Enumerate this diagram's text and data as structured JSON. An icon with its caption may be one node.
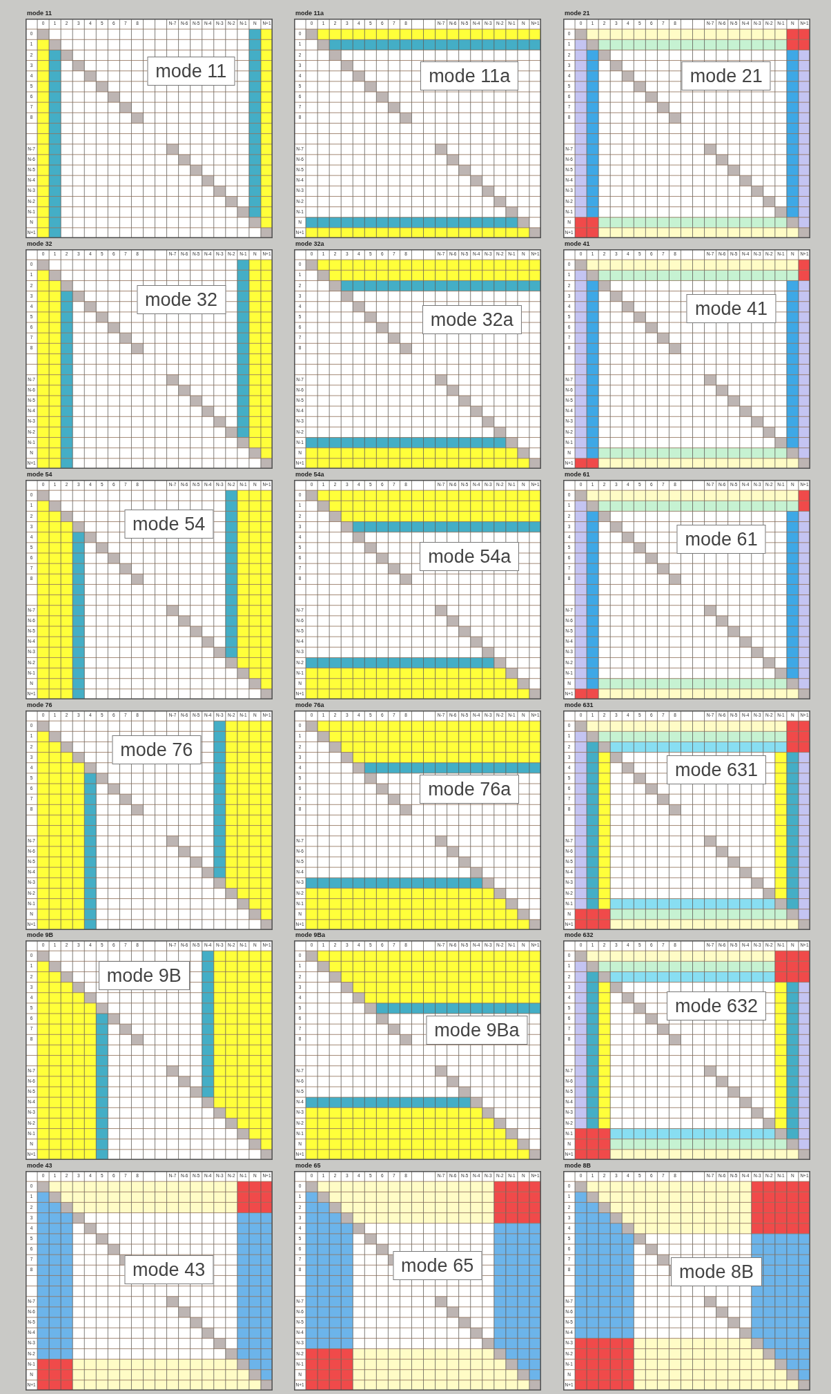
{
  "diagram": {
    "nodes": [
      {
        "text": [
          "mode 11",
          "0",
          "1",
          "2",
          "3",
          "4",
          "5",
          "6",
          "7",
          "8",
          "N-7",
          "N-6",
          "N-5",
          "N-4",
          "N-3",
          "N-2",
          "N-1",
          "N",
          "N+1",
          "0",
          "1",
          "2",
          "3",
          "4",
          "5",
          "6",
          "7",
          "8",
          "N-7",
          "N-6",
          "N-5",
          "N-4",
          "N-3",
          "N-2",
          "N-1",
          "N",
          "N+1"
        ]
      },
      {
        "text": [
          "mode 11"
        ],
        "in": 0
      },
      {
        "text": [
          "mode 11a",
          "0",
          "1",
          "2",
          "3",
          "4",
          "5",
          "6",
          "7",
          "8",
          "N-7",
          "N-6",
          "N-5",
          "N-4",
          "N-3",
          "N-2",
          "N-1",
          "N",
          "N+1",
          "0",
          "1",
          "2",
          "3",
          "4",
          "5",
          "6",
          "7",
          "8",
          "N-7",
          "N-6",
          "N-5",
          "N-4",
          "N-3",
          "N-2",
          "N-1",
          "N",
          "N+1"
        ]
      },
      {
        "text": [
          "mode 11a"
        ],
        "in": 2
      },
      {
        "text": [
          "mode 21",
          "0",
          "1",
          "2",
          "3",
          "4",
          "5",
          "6",
          "7",
          "8",
          "N-7",
          "N-6",
          "N-5",
          "N-4",
          "N-3",
          "N-2",
          "N-1",
          "N",
          "N+1",
          "0",
          "1",
          "2",
          "3",
          "4",
          "5",
          "6",
          "7",
          "8",
          "N-7",
          "N-6",
          "N-5",
          "N-4",
          "N-3",
          "N-2",
          "N-1",
          "N",
          "N+1"
        ]
      },
      {
        "text": [
          "mode 21"
        ],
        "in": 4
      },
      {
        "text": [
          "mode 32",
          "0",
          "1",
          "2",
          "3",
          "4",
          "5",
          "6",
          "7",
          "8",
          "N-7",
          "N-6",
          "N-5",
          "N-4",
          "N-3",
          "N-2",
          "N-1",
          "N",
          "N+1",
          "0",
          "1",
          "2",
          "3",
          "4",
          "5",
          "6",
          "7",
          "8",
          "N-7",
          "N-6",
          "N-5",
          "N-4",
          "N-3",
          "N-2",
          "N-1",
          "N",
          "N+1"
        ]
      },
      {
        "text": [
          "mode 32"
        ],
        "in": 6
      },
      {
        "text": [
          "mode 32a",
          "0",
          "1",
          "2",
          "3",
          "4",
          "5",
          "6",
          "7",
          "8",
          "N-7",
          "N-6",
          "N-5",
          "N-4",
          "N-3",
          "N-2",
          "N-1",
          "N",
          "N+1",
          "0",
          "1",
          "2",
          "3",
          "4",
          "5",
          "6",
          "7",
          "8",
          "N-7",
          "N-6",
          "N-5",
          "N-4",
          "N-3",
          "N-2",
          "N-1",
          "N",
          "N+1"
        ]
      },
      {
        "text": [
          "mode 32a"
        ],
        "in": 8
      },
      {
        "text": [
          "mode 41",
          "0",
          "1",
          "2",
          "3",
          "4",
          "5",
          "6",
          "7",
          "8",
          "N-7",
          "N-6",
          "N-5",
          "N-4",
          "N-3",
          "N-2",
          "N-1",
          "N",
          "N+1",
          "0",
          "1",
          "2",
          "3",
          "4",
          "5",
          "6",
          "7",
          "8",
          "N-7",
          "N-6",
          "N-5",
          "N-4",
          "N-3",
          "N-2",
          "N-1",
          "N",
          "N+1"
        ]
      },
      {
        "text": [
          "mode 41"
        ],
        "in": 10
      },
      {
        "text": [
          "mode 54",
          "0",
          "1",
          "2",
          "3",
          "4",
          "5",
          "6",
          "7",
          "8",
          "N-7",
          "N-6",
          "N-5",
          "N-4",
          "N-3",
          "N-2",
          "N-1",
          "N",
          "N+1",
          "0",
          "1",
          "2",
          "3",
          "4",
          "5",
          "6",
          "7",
          "8",
          "N-7",
          "N-6",
          "N-5",
          "N-4",
          "N-3",
          "N-2",
          "N-1",
          "N",
          "N+1"
        ]
      },
      {
        "text": [
          "mode 54"
        ],
        "in": 12
      },
      {
        "text": [
          "mode 54a",
          "0",
          "1",
          "2",
          "3",
          "4",
          "5",
          "6",
          "7",
          "8",
          "N-7",
          "N-6",
          "N-5",
          "N-4",
          "N-3",
          "N-2",
          "N-1",
          "N",
          "N+1",
          "0",
          "1",
          "2",
          "3",
          "4",
          "5",
          "6",
          "7",
          "8",
          "N-7",
          "N-6",
          "N-5",
          "N-4",
          "N-3",
          "N-2",
          "N-1",
          "N",
          "N+1"
        ]
      },
      {
        "text": [
          "mode 54a"
        ],
        "in": 14
      },
      {
        "text": [
          "mode 61",
          "0",
          "1",
          "2",
          "3",
          "4",
          "5",
          "6",
          "7",
          "8",
          "N-7",
          "N-6",
          "N-5",
          "N-4",
          "N-3",
          "N-2",
          "N-1",
          "N",
          "N+1",
          "0",
          "1",
          "2",
          "3",
          "4",
          "5",
          "6",
          "7",
          "8",
          "N-7",
          "N-6",
          "N-5",
          "N-4",
          "N-3",
          "N-2",
          "N-1",
          "N",
          "N+1"
        ]
      },
      {
        "text": [
          "mode 61"
        ],
        "in": 16
      },
      {
        "text": [
          "mode 76",
          "0",
          "1",
          "2",
          "3",
          "4",
          "5",
          "6",
          "7",
          "8",
          "N-7",
          "N-6",
          "N-5",
          "N-4",
          "N-3",
          "N-2",
          "N-1",
          "N",
          "N+1",
          "0",
          "1",
          "2",
          "3",
          "4",
          "5",
          "6",
          "7",
          "8",
          "N-7",
          "N-6",
          "N-5",
          "N-4",
          "N-3",
          "N-2",
          "N-1",
          "N",
          "N+1"
        ]
      },
      {
        "text": [
          "mode 76"
        ],
        "in": 18
      },
      {
        "text": [
          "mode 76a",
          "0",
          "1",
          "2",
          "3",
          "4",
          "5",
          "6",
          "7",
          "8",
          "N-7",
          "N-6",
          "N-5",
          "N-4",
          "N-3",
          "N-2",
          "N-1",
          "N",
          "N+1",
          "0",
          "1",
          "2",
          "3",
          "4",
          "5",
          "6",
          "7",
          "8",
          "N-7",
          "N-6",
          "N-5",
          "N-4",
          "N-3",
          "N-2",
          "N-1",
          "N",
          "N+1"
        ]
      },
      {
        "text": [
          "mode 76a"
        ],
        "in": 20
      },
      {
        "text": [
          "mode 631",
          "0",
          "1",
          "2",
          "3",
          "4",
          "5",
          "6",
          "7",
          "8",
          "N-7",
          "N-6",
          "N-5",
          "N-4",
          "N-3",
          "N-2",
          "N-1",
          "N",
          "N+1",
          "0",
          "1",
          "2",
          "3",
          "4",
          "5",
          "6",
          "7",
          "8",
          "N-7",
          "N-6",
          "N-5",
          "N-4",
          "N-3",
          "N-2",
          "N-1",
          "N",
          "N+1"
        ]
      },
      {
        "text": [
          "mode 631"
        ],
        "in": 22
      },
      {
        "text": [
          "mode 9B",
          "0",
          "1",
          "2",
          "3",
          "4",
          "5",
          "6",
          "7",
          "8",
          "N-7",
          "N-6",
          "N-5",
          "N-4",
          "N-3",
          "N-2",
          "N-1",
          "N",
          "N+1",
          "0",
          "1",
          "2",
          "3",
          "4",
          "5",
          "6",
          "7",
          "8",
          "N-7",
          "N-6",
          "N-5",
          "N-4",
          "N-3",
          "N-2",
          "N-1",
          "N",
          "N+1"
        ]
      },
      {
        "text": [
          "mode 9B"
        ],
        "in": 24
      },
      {
        "text": [
          "mode 9Ba",
          "0",
          "1",
          "2",
          "3",
          "4",
          "5",
          "6",
          "7",
          "8",
          "N-7",
          "N-6",
          "N-5",
          "N-4",
          "N-3",
          "N-2",
          "N-1",
          "N",
          "N+1",
          "0",
          "1",
          "2",
          "3",
          "4",
          "5",
          "6",
          "7",
          "8",
          "N-7",
          "N-6",
          "N-5",
          "N-4",
          "N-3",
          "N-2",
          "N-1",
          "N",
          "N+1"
        ]
      },
      {
        "text": [
          "mode 9Ba"
        ],
        "in": 26
      },
      {
        "text": [
          "mode 632",
          "0",
          "1",
          "2",
          "3",
          "4",
          "5",
          "6",
          "7",
          "8",
          "N-7",
          "N-6",
          "N-5",
          "N-4",
          "N-3",
          "N-2",
          "N-1",
          "N",
          "N+1",
          "0",
          "1",
          "2",
          "3",
          "4",
          "5",
          "6",
          "7",
          "8",
          "N-7",
          "N-6",
          "N-5",
          "N-4",
          "N-3",
          "N-2",
          "N-1",
          "N",
          "N+1"
        ]
      },
      {
        "text": [
          "mode 632"
        ],
        "in": 28
      },
      {
        "text": [
          "mode 43",
          "0",
          "1",
          "2",
          "3",
          "4",
          "5",
          "6",
          "7",
          "8",
          "N-7",
          "N-6",
          "N-5",
          "N-4",
          "N-3",
          "N-2",
          "N-1",
          "N",
          "N+1",
          "0",
          "1",
          "2",
          "3",
          "4",
          "5",
          "6",
          "7",
          "8",
          "N-7",
          "N-6",
          "N-5",
          "N-4",
          "N-3",
          "N-2",
          "N-1",
          "N",
          "N+1"
        ]
      },
      {
        "text": [
          "mode 43"
        ],
        "in": 30
      },
      {
        "text": [
          "mode 65",
          "0",
          "1",
          "2",
          "3",
          "4",
          "5",
          "6",
          "7",
          "8",
          "N-7",
          "N-6",
          "N-5",
          "N-4",
          "N-3",
          "N-2",
          "N-1",
          "N",
          "N+1",
          "0",
          "1",
          "2",
          "3",
          "4",
          "5",
          "6",
          "7",
          "8",
          "N-7",
          "N-6",
          "N-5",
          "N-4",
          "N-3",
          "N-2",
          "N-1",
          "N",
          "N+1"
        ]
      },
      {
        "text": [
          "mode 65"
        ],
        "in": 32
      },
      {
        "text": [
          "mode 8B",
          "0",
          "1",
          "2",
          "3",
          "4",
          "5",
          "6",
          "7",
          "8",
          "N-7",
          "N-6",
          "N-5",
          "N-4",
          "N-3",
          "N-2",
          "N-1",
          "N",
          "N+1",
          "0",
          "1",
          "2",
          "3",
          "4",
          "5",
          "6",
          "7",
          "8",
          "N-7",
          "N-6",
          "N-5",
          "N-4",
          "N-3",
          "N-2",
          "N-1",
          "N",
          "N+1"
        ]
      },
      {
        "text": [
          "mode 8B"
        ],
        "in": 34
      }
    ]
  }
}
